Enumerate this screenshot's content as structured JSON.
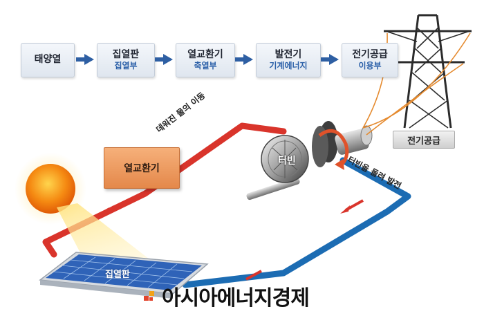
{
  "process_flow": [
    {
      "main": "태양열",
      "sub": ""
    },
    {
      "main": "집열판",
      "sub": "집열부"
    },
    {
      "main": "열교환기",
      "sub": "축열부"
    },
    {
      "main": "발전기",
      "sub": "기계에너지"
    },
    {
      "main": "전기공급",
      "sub": "이용부"
    }
  ],
  "diagram": {
    "heat_exchanger_label": "열교환기",
    "turbine_label": "터빈",
    "collector_label": "집열판",
    "grid_label": "전기공급",
    "hot_water_label": "데워진 물의 이동",
    "turbine_action_label": "터빈을 돌려 발전"
  },
  "watermark": "아시아에너지경제",
  "colors": {
    "hot_pipe": "#d9342b",
    "cold_pipe": "#1c6cb3",
    "flow_arrow": "#2e5fa3",
    "sun": "#f07a12",
    "heat_exchanger": "#eb9354",
    "panel": "#2f63b8"
  }
}
